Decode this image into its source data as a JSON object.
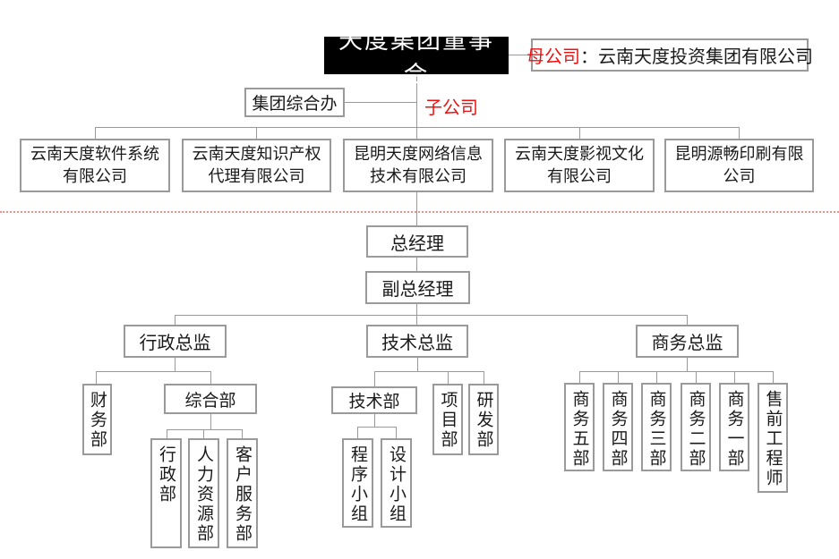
{
  "colors": {
    "accent_red": "#ee1111",
    "separator_dotted_red": "#f58f8f",
    "box_border_gray": "#9a9a9a",
    "line_gray": "#999999",
    "board_bg": "#000000",
    "board_text": "#ffffff"
  },
  "board": {
    "label": "天度集团董事会"
  },
  "parent_company": {
    "prefix": "母公司",
    "rest": "：云南天度投资集团有限公司"
  },
  "group_office": {
    "label": "集团综合办"
  },
  "labels": {
    "subsidiary_note": "子公司"
  },
  "subsidiaries": [
    {
      "line1": "云南天度软件系统",
      "line2": "有限公司"
    },
    {
      "line1": "云南天度知识产权",
      "line2": "代理有限公司"
    },
    {
      "line1": "昆明天度网络信息",
      "line2": "技术有限公司"
    },
    {
      "line1": "云南天度影视文化",
      "line2": "有限公司"
    },
    {
      "line1": "昆明源畅印刷有限",
      "line2": "公司"
    }
  ],
  "management": {
    "general_manager": "总经理",
    "deputy_general_manager": "副总经理"
  },
  "directors": [
    {
      "label": "行政总监"
    },
    {
      "label": "技术总监"
    },
    {
      "label": "商务总监"
    }
  ],
  "admin_branch": {
    "finance_dept": "财务部",
    "general_dept": "综合部",
    "general_dept_children": [
      "行政部",
      "人力资源部",
      "客户服务部"
    ]
  },
  "tech_branch": {
    "tech_dept": "技术部",
    "project_dept": "项目部",
    "rnd_dept": "研发部",
    "tech_dept_children": [
      "程序小组",
      "设计小组"
    ]
  },
  "business_branch": {
    "depts": [
      "商务五部",
      "商务四部",
      "商务三部",
      "商务二部",
      "商务一部",
      "售前工程师"
    ]
  }
}
